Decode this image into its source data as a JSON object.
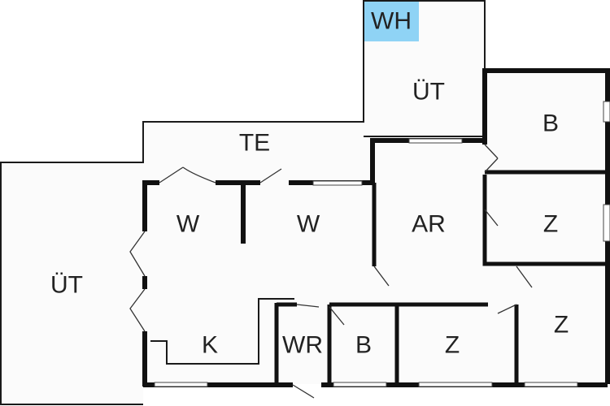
{
  "plan": {
    "highlight_color": "#8fd3f5",
    "rooms": [
      {
        "key": "wh",
        "label": "WH",
        "highlighted": true
      },
      {
        "key": "ut_top",
        "label": "ÜT"
      },
      {
        "key": "te",
        "label": "TE"
      },
      {
        "key": "b_top",
        "label": "B"
      },
      {
        "key": "w_left",
        "label": "W"
      },
      {
        "key": "w_right",
        "label": "W"
      },
      {
        "key": "ar",
        "label": "AR"
      },
      {
        "key": "z_mid",
        "label": "Z"
      },
      {
        "key": "ut_left",
        "label": "ÜT"
      },
      {
        "key": "z_right",
        "label": "Z"
      },
      {
        "key": "k",
        "label": "K"
      },
      {
        "key": "wr",
        "label": "WR"
      },
      {
        "key": "b_bottom",
        "label": "B"
      },
      {
        "key": "z_bottom",
        "label": "Z"
      }
    ]
  }
}
